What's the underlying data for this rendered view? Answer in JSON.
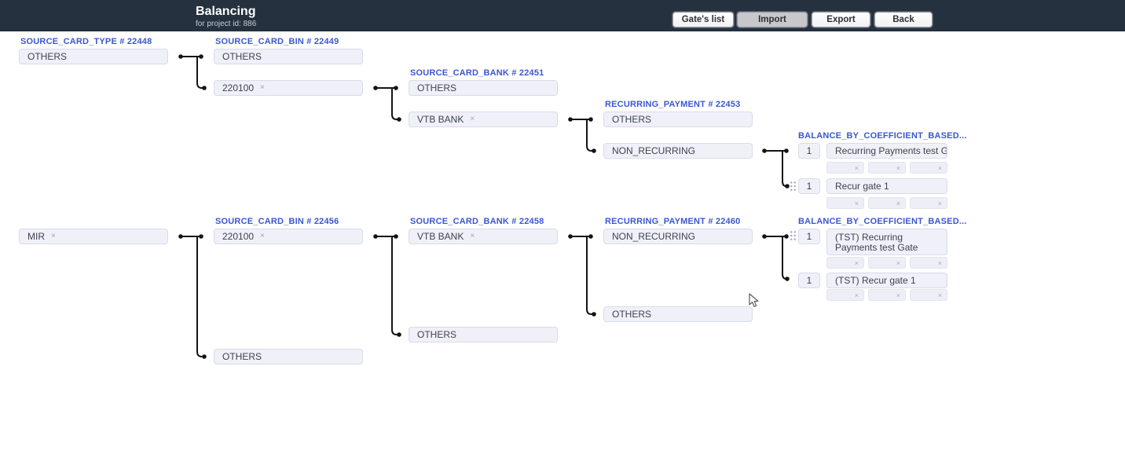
{
  "topbar": {
    "title": "Balancing",
    "subtitle": "for project id: 886",
    "buttons": [
      {
        "label": "Gate's list",
        "active": false
      },
      {
        "label": "Import",
        "active": true
      },
      {
        "label": "Export",
        "active": false
      },
      {
        "label": "Back",
        "active": false
      }
    ]
  },
  "icons": {
    "remove": "×"
  },
  "colors": {
    "topbar_bg": "#263140",
    "accent_blue": "#3b57d1",
    "node_bg": "#f0f1f8",
    "node_border": "#d9dbe6",
    "connector": "#141414",
    "active_button_bg": "#c8c8ca"
  },
  "tree": {
    "col1": {
      "title": "SOURCE_CARD_TYPE # 22448",
      "boxes": [
        {
          "label": "OTHERS",
          "removable": false
        },
        {
          "label": "MIR",
          "removable": true
        }
      ]
    },
    "col2a": {
      "title": "SOURCE_CARD_BIN # 22449",
      "boxes": [
        {
          "label": "OTHERS",
          "removable": false
        },
        {
          "label": "220100",
          "removable": true
        }
      ]
    },
    "col2b": {
      "title": "SOURCE_CARD_BIN # 22456",
      "boxes": [
        {
          "label": "220100",
          "removable": true
        },
        {
          "label": "OTHERS",
          "removable": false
        }
      ]
    },
    "col3a": {
      "title": "SOURCE_CARD_BANK # 22451",
      "boxes": [
        {
          "label": "OTHERS",
          "removable": false
        },
        {
          "label": "VTB BANK",
          "removable": true
        }
      ]
    },
    "col3b": {
      "title": "SOURCE_CARD_BANK # 22458",
      "boxes": [
        {
          "label": "VTB BANK",
          "removable": true
        },
        {
          "label": "OTHERS",
          "removable": false
        }
      ]
    },
    "col4a": {
      "title": "RECURRING_PAYMENT # 22453",
      "boxes": [
        {
          "label": "OTHERS",
          "removable": false
        },
        {
          "label": "NON_RECURRING",
          "removable": false
        }
      ]
    },
    "col4b": {
      "title": "RECURRING_PAYMENT # 22460",
      "boxes": [
        {
          "label": "NON_RECURRING",
          "removable": false
        },
        {
          "label": "OTHERS",
          "removable": false
        }
      ]
    },
    "col5a": {
      "title": "BALANCE_BY_COEFFICIENT_BASED...",
      "rows": [
        {
          "coefficient": "1",
          "gate": "Recurring Payments test Gate"
        },
        {
          "coefficient": "1",
          "gate": "Recur gate 1"
        }
      ]
    },
    "col5b": {
      "title": "BALANCE_BY_COEFFICIENT_BASED...",
      "rows": [
        {
          "coefficient": "1",
          "gate": "(TST) Recurring Payments test Gate"
        },
        {
          "coefficient": "1",
          "gate": "(TST) Recur gate 1"
        }
      ]
    }
  }
}
